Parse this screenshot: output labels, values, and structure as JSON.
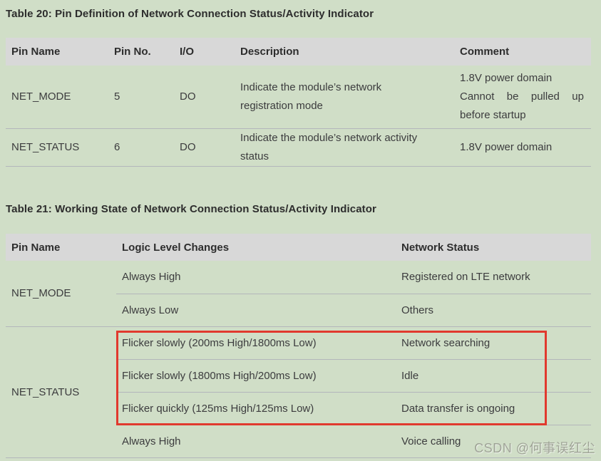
{
  "page": {
    "background_color": "#d0dec7",
    "header_bg_color": "#d8d8d8",
    "divider_color": "#b3b6bb",
    "highlight_border_color": "#e1392e",
    "watermark": "CSDN @何事误红尘"
  },
  "table20": {
    "title": "Table 20: Pin Definition of Network Connection Status/Activity Indicator",
    "headers": [
      "Pin Name",
      "Pin No.",
      "I/O",
      "Description",
      "Comment"
    ],
    "rows": [
      {
        "pin_name": "NET_MODE",
        "pin_no": "5",
        "io": "DO",
        "description": "Indicate the module’s network registration mode",
        "comment_lines": [
          "1.8V power domain",
          "Cannot be pulled up",
          "before startup"
        ]
      },
      {
        "pin_name": "NET_STATUS",
        "pin_no": "6",
        "io": "DO",
        "description": "Indicate the module’s network activity status",
        "comment_lines": [
          "1.8V power domain"
        ]
      }
    ]
  },
  "table21": {
    "title": "Table 21: Working State of Network Connection Status/Activity Indicator",
    "headers": [
      "Pin Name",
      "Logic Level Changes",
      "Network Status"
    ],
    "groups": [
      {
        "pin_name": "NET_MODE",
        "rows": [
          {
            "logic": "Always High",
            "status": "Registered on LTE network",
            "highlighted": false
          },
          {
            "logic": "Always Low",
            "status": "Others",
            "highlighted": false
          }
        ]
      },
      {
        "pin_name": "NET_STATUS",
        "rows": [
          {
            "logic": "Flicker slowly (200ms High/1800ms Low)",
            "status": "Network searching",
            "highlighted": true
          },
          {
            "logic": "Flicker slowly (1800ms High/200ms Low)",
            "status": "Idle",
            "highlighted": true
          },
          {
            "logic": "Flicker quickly (125ms High/125ms Low)",
            "status": "Data transfer is ongoing",
            "highlighted": true
          },
          {
            "logic": "Always High",
            "status": "Voice calling",
            "highlighted": false
          }
        ]
      }
    ]
  }
}
